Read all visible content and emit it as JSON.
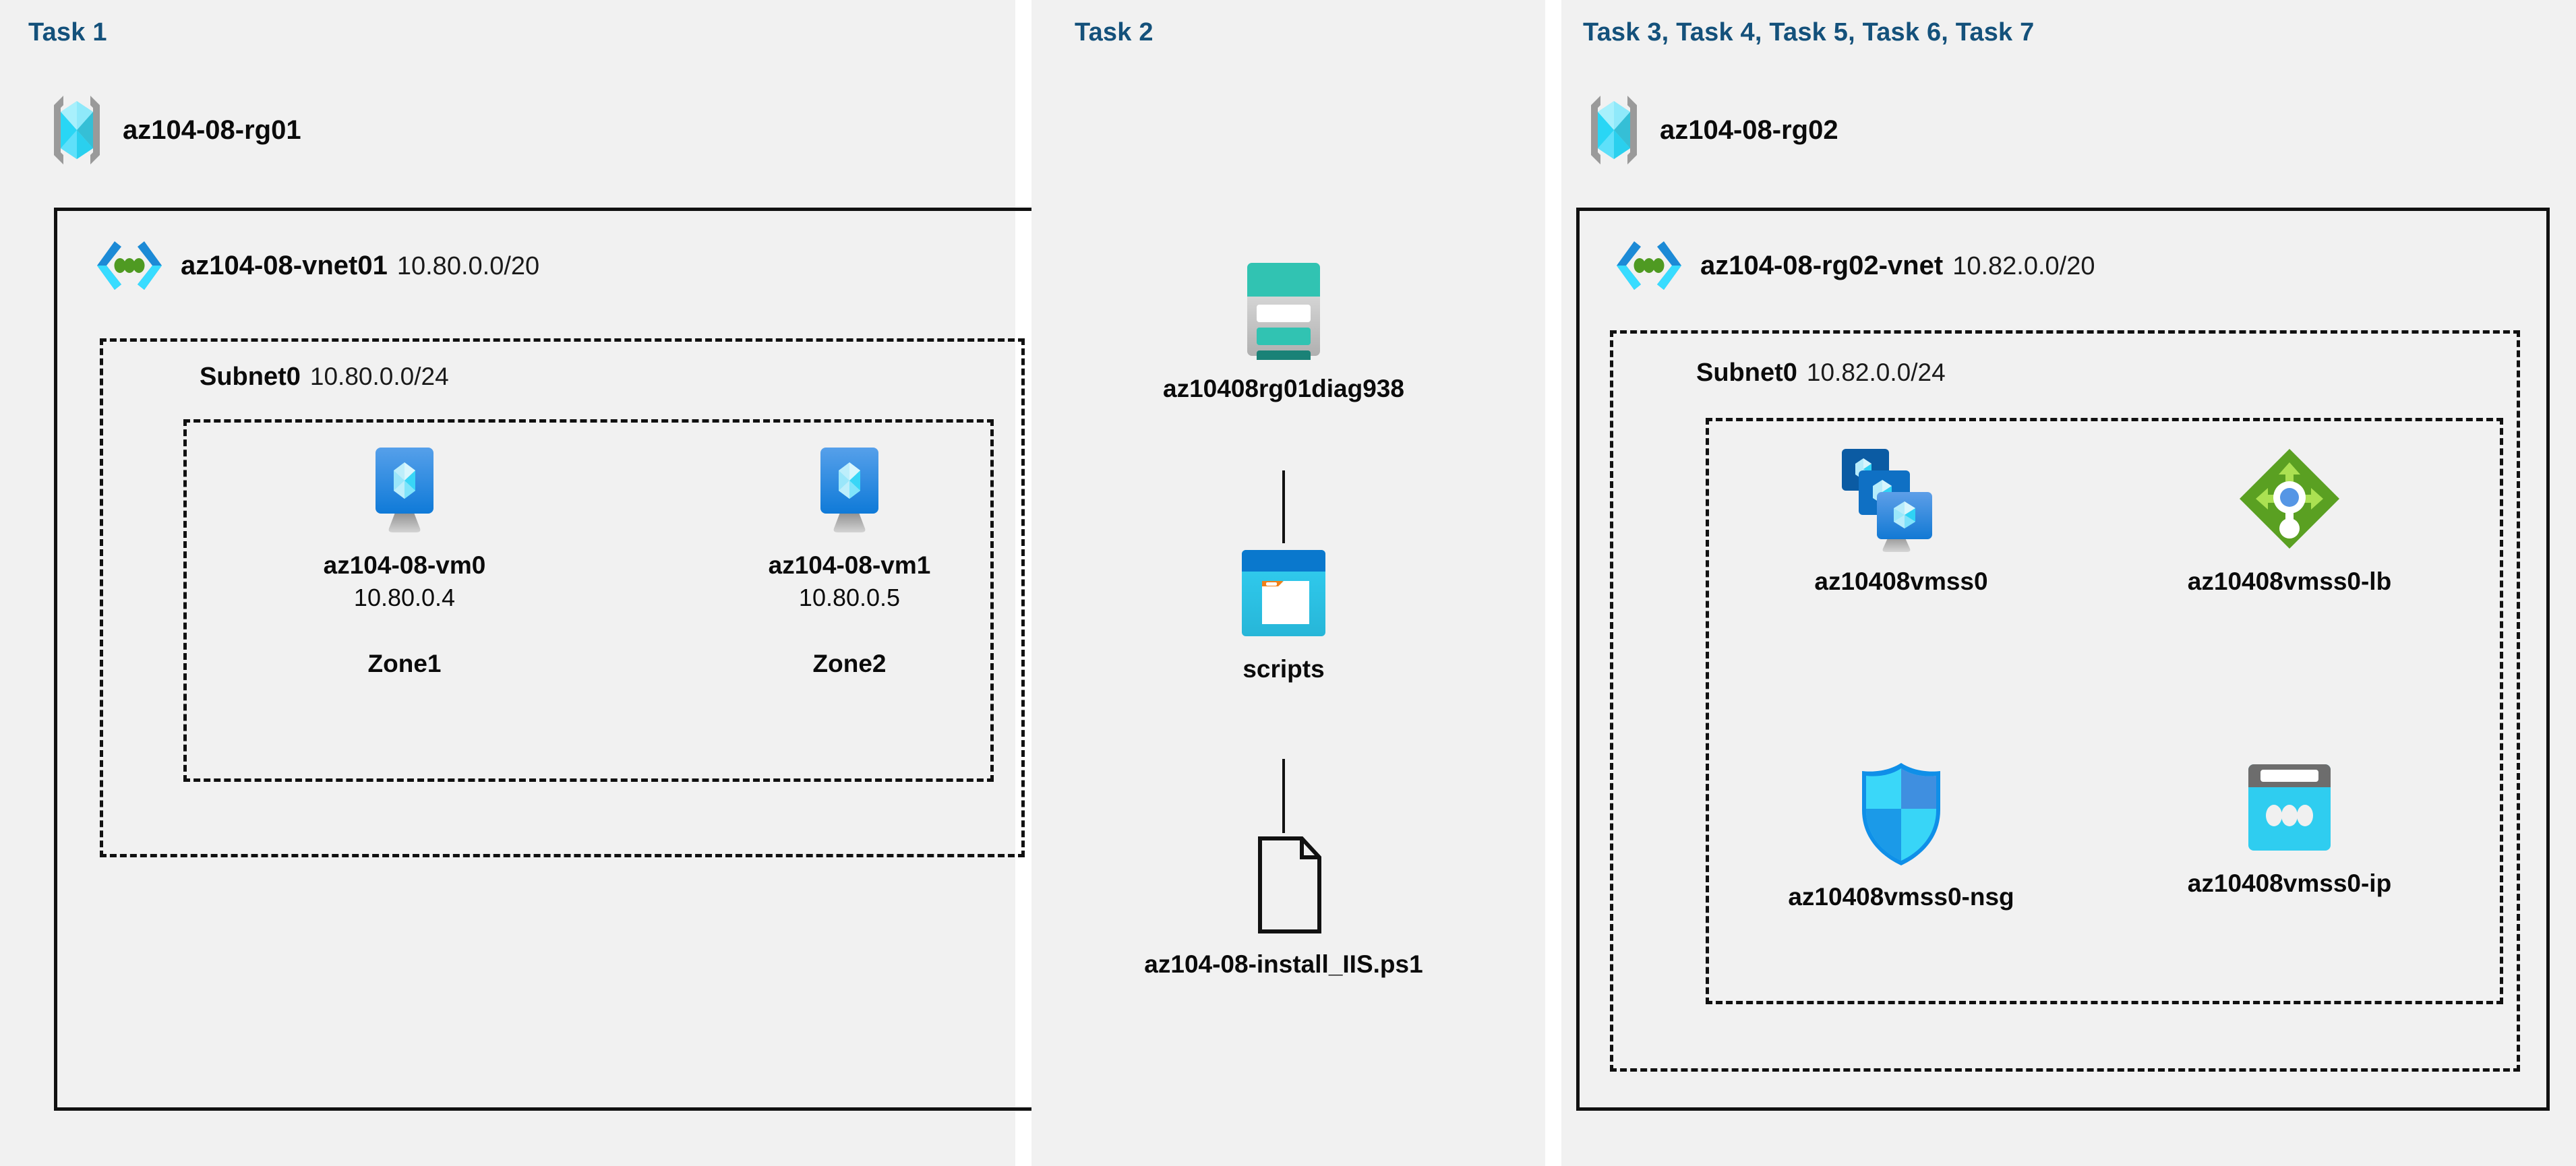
{
  "diagram": {
    "title_colors": {
      "task_label": "#14517b",
      "text": "#0b0b0b",
      "border": "#111111",
      "panel_bg": "#f1f1f1"
    },
    "panels": [
      {
        "id": "task1",
        "label": "Task 1"
      },
      {
        "id": "task2",
        "label": "Task 2"
      },
      {
        "id": "task3",
        "label": "Task 3, Task 4, Task 5, Task 6, Task 7"
      }
    ],
    "resource_groups": [
      {
        "id": "rg01",
        "name": "az104-08-rg01",
        "icon": "resource-group-icon"
      },
      {
        "id": "rg02",
        "name": "az104-08-rg02",
        "icon": "resource-group-icon"
      }
    ],
    "vnets": [
      {
        "id": "vnet01",
        "name": "az104-08-vnet01",
        "cidr": "10.80.0.0/20",
        "icon": "virtual-network-icon"
      },
      {
        "id": "vnet02",
        "name": "az104-08-rg02-vnet",
        "cidr": "10.82.0.0/20",
        "icon": "virtual-network-icon"
      }
    ],
    "subnets": [
      {
        "id": "subnet01",
        "name": "Subnet0",
        "cidr": "10.80.0.0/24"
      },
      {
        "id": "subnet02",
        "name": "Subnet0",
        "cidr": "10.82.0.0/24"
      }
    ],
    "nodes": {
      "vm0": {
        "name": "az104-08-vm0",
        "ip": "10.80.0.4",
        "zone": "Zone1",
        "icon": "virtual-machine-icon"
      },
      "vm1": {
        "name": "az104-08-vm1",
        "ip": "10.80.0.5",
        "zone": "Zone2",
        "icon": "virtual-machine-icon"
      },
      "storage": {
        "name": "az10408rg01diag938",
        "icon": "storage-account-icon"
      },
      "scripts": {
        "name": "scripts",
        "icon": "blob-container-icon"
      },
      "ps1": {
        "name": "az104-08-install_IIS.ps1",
        "icon": "file-icon"
      },
      "vmss": {
        "name": "az10408vmss0",
        "icon": "vm-scale-set-icon"
      },
      "lb": {
        "name": "az10408vmss0-lb",
        "icon": "load-balancer-icon"
      },
      "nsg": {
        "name": "az10408vmss0-nsg",
        "icon": "network-security-group-icon"
      },
      "ip": {
        "name": "az10408vmss0-ip",
        "icon": "public-ip-address-icon"
      }
    }
  }
}
